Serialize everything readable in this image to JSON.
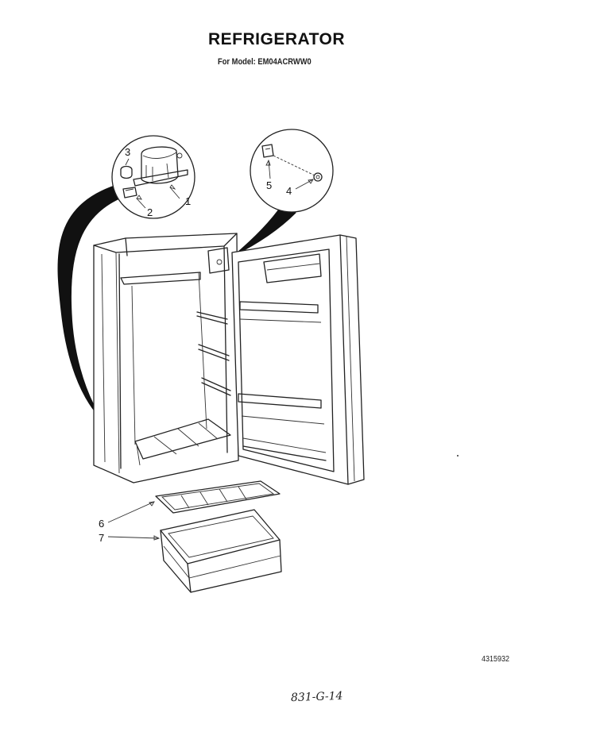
{
  "header": {
    "title": "REFRIGERATOR",
    "subtitle": "For Model: EM04ACRWW0"
  },
  "callouts": [
    {
      "id": "1",
      "label": "1"
    },
    {
      "id": "2",
      "label": "2"
    },
    {
      "id": "3",
      "label": "3"
    },
    {
      "id": "4",
      "label": "4"
    },
    {
      "id": "5",
      "label": "5"
    },
    {
      "id": "6",
      "label": "6"
    },
    {
      "id": "7",
      "label": "7"
    }
  ],
  "footer": {
    "document_number": "4315932",
    "handwritten_note": "831-G-14"
  }
}
